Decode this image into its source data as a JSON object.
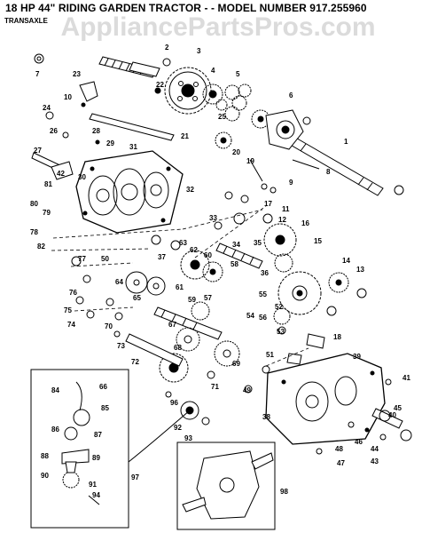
{
  "header": {
    "title": "18 HP 44\" RIDING GARDEN TRACTOR - - MODEL NUMBER 917.255960",
    "section": "TRANSAXLE"
  },
  "watermark": "AppliancePartsPros.com",
  "callouts": [
    "1",
    "2",
    "3",
    "4",
    "5",
    "6",
    "7",
    "8",
    "9",
    "10",
    "11",
    "12",
    "13",
    "14",
    "15",
    "16",
    "17",
    "18",
    "19",
    "20",
    "21",
    "22",
    "23",
    "24",
    "25",
    "26",
    "27",
    "28",
    "29",
    "30",
    "31",
    "32",
    "33",
    "34",
    "35",
    "36",
    "37",
    "38",
    "39",
    "40",
    "41",
    "42",
    "43",
    "44",
    "45",
    "46",
    "47",
    "48",
    "49",
    "50",
    "51",
    "52",
    "53",
    "54",
    "55",
    "56",
    "57",
    "58",
    "59",
    "60",
    "61",
    "62",
    "63",
    "64",
    "65",
    "66",
    "67",
    "68",
    "69",
    "70",
    "71",
    "72",
    "73",
    "74",
    "75",
    "76",
    "77",
    "78",
    "79",
    "80",
    "81",
    "82",
    "84",
    "85",
    "86",
    "87",
    "88",
    "89",
    "90",
    "91",
    "92",
    "93",
    "94",
    "96",
    "97",
    "98"
  ]
}
